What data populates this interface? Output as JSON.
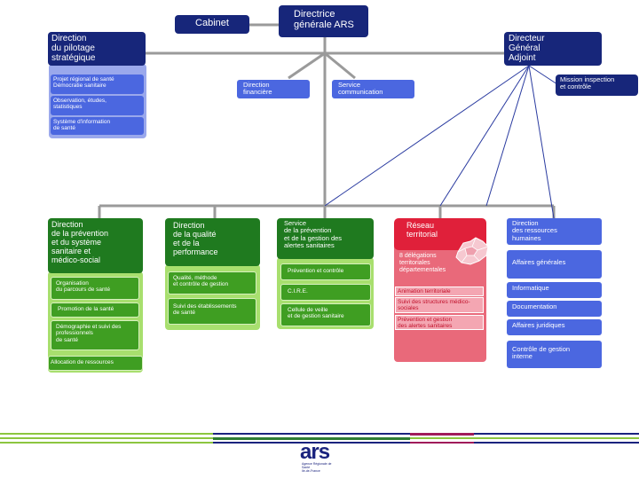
{
  "top": {
    "directrice": "Directrice\ngénérale ARS",
    "cabinet": "Cabinet",
    "pilotage_title": "Direction\ndu pilotage\nstratégique",
    "pilotage_items": [
      "Projet régional de santé\nDémocratie sanitaire",
      "Observation, études,\nstatistiques",
      "Système d'information\nde santé"
    ],
    "direction_financiere": "Direction\nfinancière",
    "service_communication": "Service\ncommunication",
    "directeur_general_adjoint": "Directeur\nGénéral\nAdjoint",
    "mission_inspection": "Mission inspection\net contrôle"
  },
  "columns": {
    "prevention": {
      "title": "Direction\nde la prévention\net du système\nsanitaire et\nmédico-social",
      "items": [
        "Organisation\ndu parcours de santé",
        "Promotion de la santé",
        "Démographie et suivi des\nprofessionnels\nde santé",
        "Allocation de ressources"
      ]
    },
    "qualite": {
      "title": "Direction\nde la qualité\net de la\nperformance",
      "items": [
        "Qualité, méthode\net contrôle de gestion",
        "Suivi des établissements\nde santé"
      ]
    },
    "service_prevention": {
      "title": "Service\nde la prévention\net de la gestion des\nalertes sanitaires",
      "items": [
        "Prévention et contrôle",
        "C.I.R.E.",
        "Cellule de veille\net de gestion sanitaire"
      ]
    },
    "reseau": {
      "title": "Réseau\nterritorial",
      "subtitle": "8 délégations\nterritoriales\ndépartementales",
      "items": [
        "Animation territoriale",
        "Suivi des structures médico-\nsociales",
        "Prévention et gestion\ndes alertes sanitaires"
      ]
    },
    "ressources": {
      "title": "Direction\ndes ressources\nhumaines",
      "items": [
        "Affaires générales",
        "Informatique",
        "Documentation",
        "Affaires juridiques",
        "Contrôle de gestion\ninterne"
      ]
    }
  },
  "logo": {
    "text": "ars",
    "tagline": "Agence Régionale de Santé\nIle-de-France"
  },
  "colors": {
    "navy": "#17267a",
    "blue": "#4b67e0",
    "green": "#1f7a1f",
    "light_green": "#a8df6e",
    "red": "#e0203a",
    "pink": "#e9697a",
    "connector": "#9a9a9a"
  }
}
